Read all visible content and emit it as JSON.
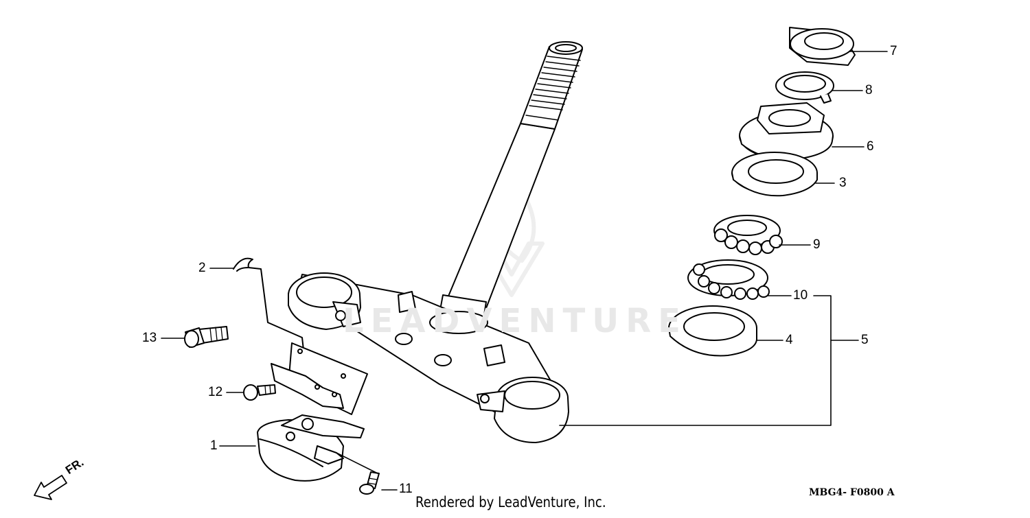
{
  "diagram": {
    "watermark": "LEADVENTURE",
    "credit": "Rendered by LeadVenture, Inc.",
    "code": "MBG4- F0800 A",
    "direction_label": "FR.",
    "callouts": {
      "c1": "1",
      "c2": "2",
      "c3": "3",
      "c4": "4",
      "c5": "5",
      "c6": "6",
      "c7": "7",
      "c8": "8",
      "c9": "9",
      "c10": "10",
      "c11": "11",
      "c12": "12",
      "c13": "13"
    }
  }
}
